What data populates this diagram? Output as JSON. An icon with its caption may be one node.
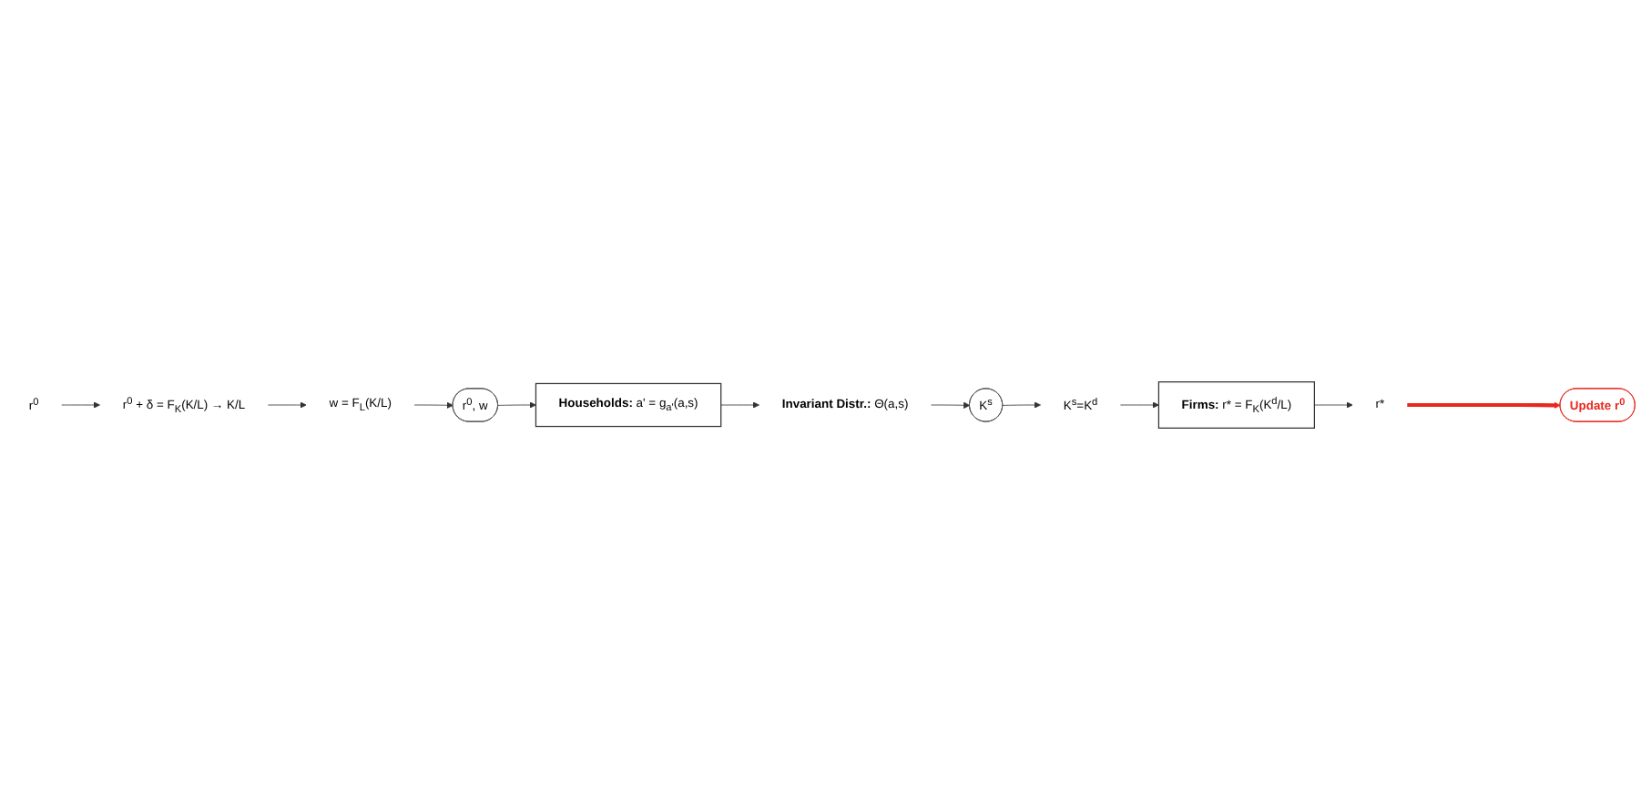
{
  "diagram": {
    "nodes": [
      {
        "text": [
          "**Households:** a' = g$_{a'}$(a,s)"
        ]
      },
      {
        "text": [
          "**Invariant Distr.:** Θ(a,s)"
        ]
      },
      {
        "text": [
          "K$^{s}$"
        ]
      },
      {
        "text": [
          "K$^{s}$=K$^{d}$"
        ]
      },
      {
        "text": [
          "**Firms:** r* = F$_{K}$(K$^{d}$/L)"
        ]
      },
      {
        "text": [
          "r*"
        ]
      },
      {
        "text": [
          "Update r$^{0}$"
        ]
      },
      {
        "text": [
          "r$^{0}$, w"
        ]
      },
      {
        "text": [
          "w = F$_{L}$(K/L)"
        ]
      },
      {
        "text": [
          "r$^{0}$ + δ = F$_{K}$(K/L) → K/L"
        ]
      },
      {
        "text": [
          "r$^{0}$"
        ]
      }
    ],
    "edges": [
      {
        "from": 0,
        "to": 1,
        "arrow": "to"
      },
      {
        "from": 1,
        "to": 2,
        "arrow": "to"
      },
      {
        "from": 2,
        "to": 3,
        "arrow": "to"
      },
      {
        "from": 3,
        "to": 4,
        "arrow": "to"
      },
      {
        "from": 4,
        "to": 5,
        "arrow": "to"
      },
      {
        "from": 5,
        "to": 6,
        "arrow": "to",
        "style": "thick",
        "color": "#e8281e"
      },
      {
        "from": 7,
        "to": 0,
        "arrow": "to"
      },
      {
        "from": 8,
        "to": 7,
        "arrow": "to"
      },
      {
        "from": 9,
        "to": 8,
        "arrow": "to"
      },
      {
        "from": 10,
        "to": 9,
        "arrow": "to"
      }
    ]
  }
}
